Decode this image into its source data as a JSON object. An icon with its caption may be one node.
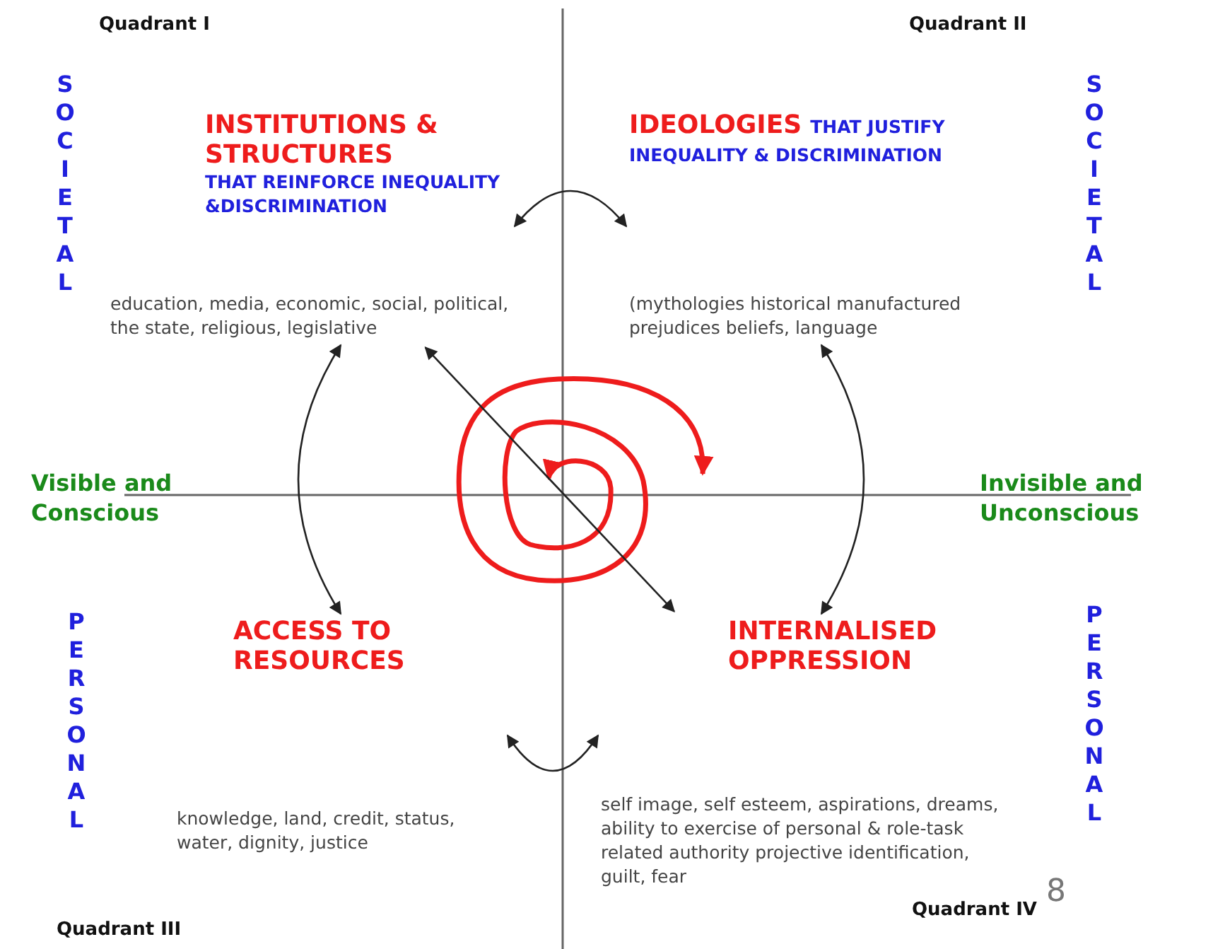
{
  "diagram": {
    "nodes": [
      {
        "text": [
          "INSTITUTIONS & STRUCTURES",
          "THAT REINFORCE INEQUALITY &DISCRIMINATION"
        ],
        "beside": [
          "education, media, economic, social, political, the state, religious, legislative"
        ]
      },
      {
        "text": [
          "IDEOLOGIES",
          "THAT JUSTIFY INEQUALITY & DISCRIMINATION"
        ],
        "beside": [
          "(mythologies historical manufactured prejudices beliefs, language"
        ]
      },
      {
        "text": [
          "ACCESS TO RESOURCES"
        ],
        "beside": [
          "knowledge, land, credit, status, water, dignity, justice"
        ]
      },
      {
        "text": [
          "INTERNALISED OPPRESSION"
        ],
        "beside": [
          "self image, self esteem, aspirations, dreams, ability to exercise of personal & role-task related authority projective identification, guilt, fear"
        ]
      }
    ],
    "edges": [
      {
        "from": 0,
        "to": 1,
        "arrow": "both"
      },
      {
        "from": 0,
        "to": 2,
        "arrow": "both"
      },
      {
        "from": 1,
        "to": 3,
        "arrow": "both"
      },
      {
        "from": 2,
        "to": 3,
        "arrow": "both"
      },
      {
        "from": 0,
        "to": 3,
        "arrow": "both"
      }
    ],
    "labels": [
      "Quadrant I",
      "Quadrant II",
      "SOCIETAL",
      "SOCIETAL",
      "Visible and Conscious",
      "Invisible and Unconscious",
      "PERSONAL",
      "PERSONAL",
      "8",
      "Quadrant IV",
      "Quadrant III"
    ]
  }
}
